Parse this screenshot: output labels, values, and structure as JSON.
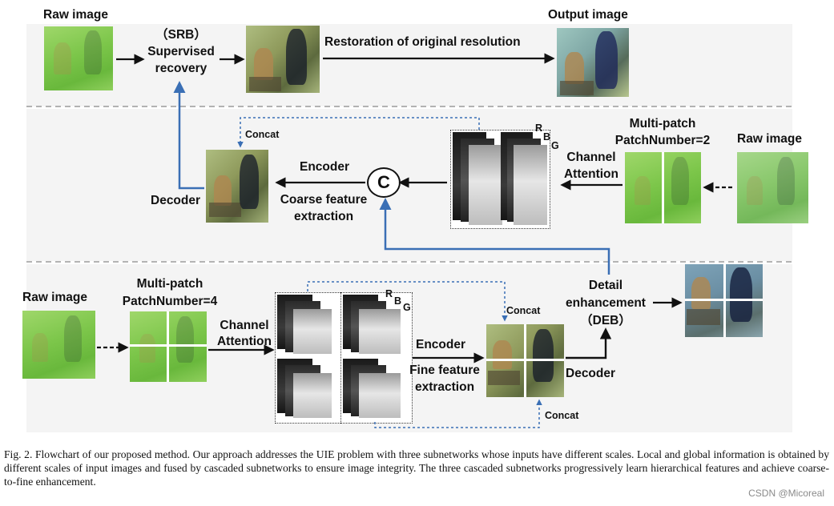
{
  "figure": {
    "row1": {
      "raw_image_label": "Raw image",
      "srb_label": "（SRB）",
      "srb_line1": "Supervised",
      "srb_line2": "recovery",
      "restoration_label": "Restoration of original resolution",
      "output_image_label": "Output image"
    },
    "row2": {
      "concat_label": "Concat",
      "encoder_label": "Encoder",
      "coarse_line1": "Coarse feature",
      "coarse_line2": "extraction",
      "decoder_label": "Decoder",
      "concat_symbol": "C",
      "channel_line1": "Channel",
      "channel_line2": "Attention",
      "r_label": "R",
      "b_label": "B",
      "g_label": "G",
      "multipatch_line1": "Multi-patch",
      "multipatch_line2": "PatchNumber=2",
      "raw_image_label": "Raw image"
    },
    "row3": {
      "raw_image_label": "Raw image",
      "multipatch_line1": "Multi-patch",
      "multipatch_line2": "PatchNumber=4",
      "channel_line1": "Channel",
      "channel_line2": "Attention",
      "r_label": "R",
      "b_label": "B",
      "g_label": "G",
      "encoder_label": "Encoder",
      "fine_line1": "Fine feature",
      "fine_line2": "extraction",
      "concat_top_label": "Concat",
      "concat_bottom_label": "Concat",
      "decoder_label": "Decoder",
      "detail_line1": "Detail",
      "detail_line2": "enhancement",
      "deb_label": "（DEB）"
    },
    "colors": {
      "blue_arrow": "#3a6fb5",
      "dashed_blue": "#3a6fb5",
      "black_arrow": "#111111",
      "separator": "#888888"
    }
  },
  "caption": "Fig. 2.    Flowchart of our proposed method. Our approach addresses the UIE problem with three subnetworks whose inputs have different scales. Local and global information is obtained by different scales of input images and fused by cascaded subnetworks to ensure image integrity. The three cascaded subnetworks progressively learn hierarchical features and achieve coarse-to-fine enhancement.",
  "watermark": "CSDN @Micoreal"
}
